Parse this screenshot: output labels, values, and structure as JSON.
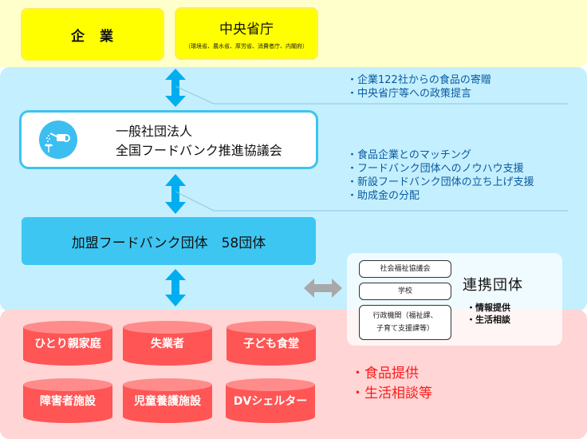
{
  "top": {
    "company": "企　業",
    "ministries": {
      "title": "中央省庁",
      "subtitle": "（環境省、農水省、厚労省、消費者庁、内閣府）"
    }
  },
  "association": {
    "line1": "一般社団法人",
    "line2": "全国フードバンク推進協議会",
    "logo_icon": "watering-can-sprout-icon"
  },
  "info_upper": [
    "・企業122社からの食品の寄贈",
    "・中央省庁等への政策提言"
  ],
  "info_lower": [
    "・食品企業とのマッチング",
    "・フードバンク団体へのノウハウ支援",
    "・新設フードバンク団体の立ち上げ支援",
    "・助成金の分配"
  ],
  "member_groups": "加盟フードバンク団体　58団体",
  "partners": {
    "boxes": [
      "社会福祉協議会",
      "学校",
      "行政機関（福祉課、",
      "子育て支援課等）"
    ],
    "title": "連携団体",
    "items": [
      "・情報提供",
      "・生活相談"
    ]
  },
  "recipients": [
    "ひとり親家庭",
    "失業者",
    "子ども食堂",
    "障害者施設",
    "児童養護施設",
    "DVシェルター"
  ],
  "services": [
    "・食品提供",
    "・生活相談等"
  ],
  "colors": {
    "yellow_band": "#ffffcc",
    "yellow_box": "#ffff00",
    "blue_band": "#c4efff",
    "blue_accent": "#3ec6f2",
    "arrow_blue": "#00aeef",
    "arrow_gray": "#a8a8a8",
    "pink_band": "#ffd5d5",
    "cylinder_red": "#ff5555",
    "service_red": "#ff1a1a"
  }
}
